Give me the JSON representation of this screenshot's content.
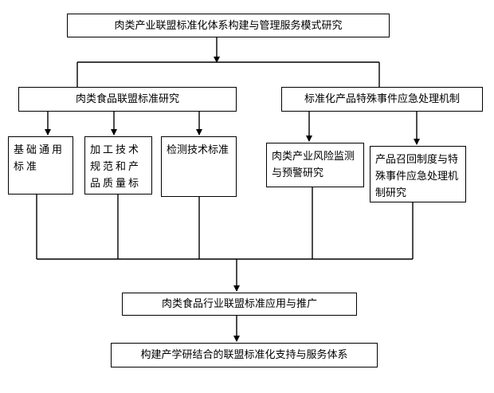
{
  "diagram": {
    "nodes": {
      "top": "肉类产业联盟标准化体系构建与管理服务模式研究",
      "left_branch": "肉类食品联盟标准研究",
      "right_branch": "标准化产品特殊事件应急处理机制",
      "child_basic": "基础通用标准",
      "child_processing": "加工技术规范和产品质量标",
      "child_testing": "检测技术标准",
      "child_risk": "肉类产业风险监测与预警研究",
      "child_recall": "产品召回制度与特殊事件应急处理机制研究",
      "application": "肉类食品行业联盟标准应用与推广",
      "support_system": "构建产学研结合的联盟标准化支持与服务体系"
    },
    "line_color": "#000000",
    "box_border_color": "#000000",
    "background_color": "#ffffff"
  }
}
